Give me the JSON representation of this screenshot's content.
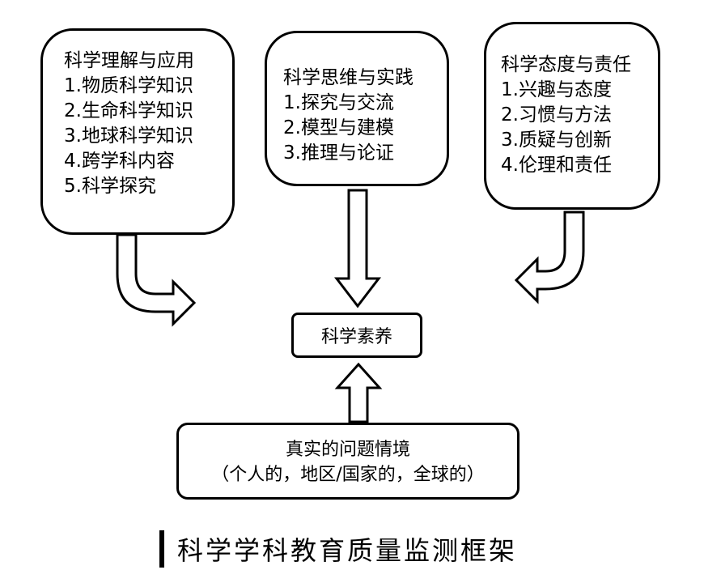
{
  "understanding": {
    "title": "科学理解与应用",
    "items": [
      "1.物质科学知识",
      "2.生命科学知识",
      "3.地球科学知识",
      "4.跨学科内容",
      "5.科学探究"
    ]
  },
  "thinking": {
    "title": "科学思维与实践",
    "items": [
      "1.探究与交流",
      "2.模型与建模",
      "3.推理与论证"
    ]
  },
  "attitude": {
    "title": "科学态度与责任",
    "items": [
      "1.兴趣与态度",
      "2.习惯与方法",
      "3.质疑与创新",
      "4.伦理和责任"
    ]
  },
  "core": {
    "label": "科学素养"
  },
  "context": {
    "line1": "真实的问题情境",
    "line2": "（个人的，地区/国家的，全球的）"
  },
  "caption": "科学学科教育质量监测框架"
}
